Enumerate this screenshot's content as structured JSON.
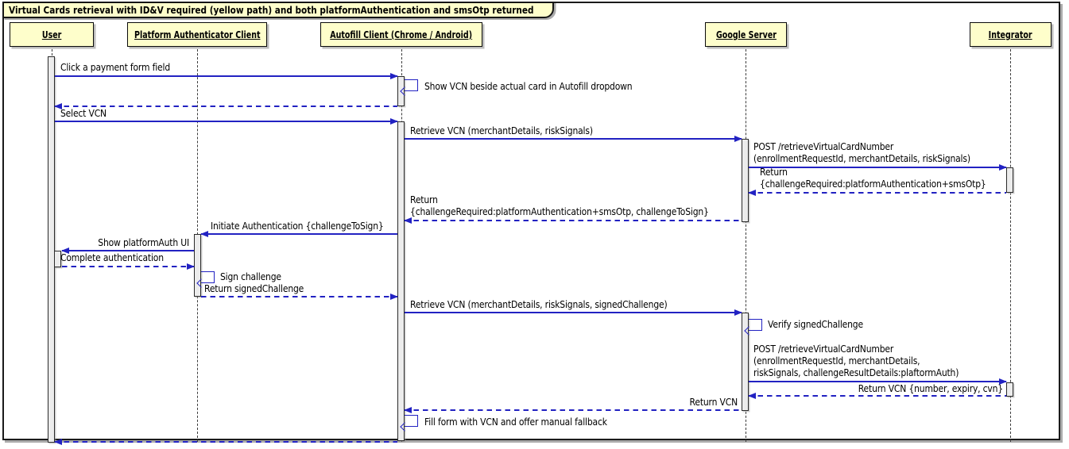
{
  "diagram_title": "Virtual Cards retrieval with ID&V required (yellow path) and both platformAuthentication and smsOtp returned",
  "participants": [
    {
      "label": "User"
    },
    {
      "label": "Platform Authenticator Client"
    },
    {
      "label": "Autofill Client (Chrome / Android)"
    },
    {
      "label": "Google Server"
    },
    {
      "label": "Integrator"
    }
  ],
  "messages": {
    "click_payment_field": "Click a payment form field",
    "show_vcn_dropdown": "Show VCN beside actual card in Autofill dropdown",
    "select_vcn": "Select VCN",
    "retrieve_vcn_1": "Retrieve VCN (merchantDetails, riskSignals)",
    "post_retrieve_1": "POST /retrieveVirtualCardNumber\n(enrollmentRequestId, merchantDetails, riskSignals)",
    "return_challenge_integrator": "Return\n{challengeRequired:platformAuthentication+smsOtp}",
    "return_challenge_autofill": "Return\n{challengeRequired:platformAuthentication+smsOtp, challengeToSign}",
    "initiate_authentication": "Initiate Authentication {challengeToSign}",
    "show_platform_auth_ui": "Show platformAuth UI",
    "complete_authentication": "Complete authentication",
    "sign_challenge": "Sign challenge",
    "return_signed_challenge": "Return signedChallenge",
    "retrieve_vcn_2": "Retrieve VCN (merchantDetails, riskSignals, signedChallenge)",
    "verify_signed_challenge": "Verify signedChallenge",
    "post_retrieve_2": "POST /retrieveVirtualCardNumber\n(enrollmentRequestId, merchantDetails,\nriskSignals, challengeResultDetails:plaftormAuth)",
    "return_vcn_details": "Return VCN {number, expiry, cvn}",
    "return_vcn": "Return VCN",
    "fill_form": "Fill form with VCN and offer manual fallback"
  },
  "colors": {
    "arrow": "#2222c2",
    "pfill": "#fefecb",
    "afill": "#ececec",
    "lifeline": "#3c3c3c"
  }
}
